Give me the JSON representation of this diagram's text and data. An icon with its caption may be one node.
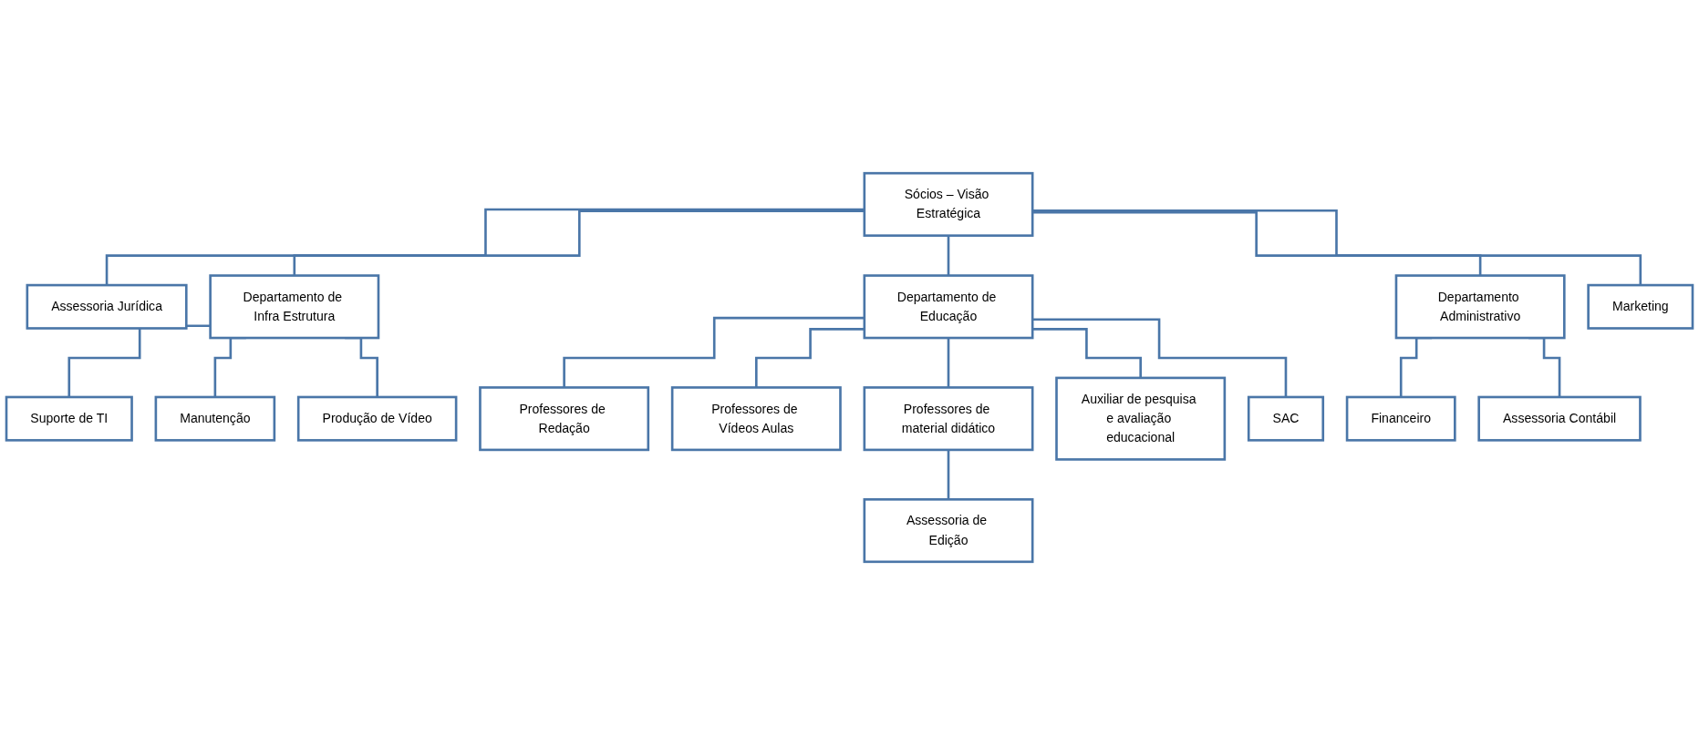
{
  "diagram": {
    "nodes": [
      {
        "text": [
          "Sócios – Visão Estratégica"
        ]
      },
      {
        "text": [
          "Assessoria Jurídica"
        ]
      },
      {
        "text": [
          "Departamento de Infra Estrutura"
        ]
      },
      {
        "text": [
          "Departamento de Educação"
        ]
      },
      {
        "text": [
          "Departamento Administrativo"
        ]
      },
      {
        "text": [
          "Marketing"
        ]
      },
      {
        "text": [
          "Suporte de TI"
        ]
      },
      {
        "text": [
          "Manutenção"
        ]
      },
      {
        "text": [
          "Produção de Vídeo"
        ]
      },
      {
        "text": [
          "Professores de Redação"
        ]
      },
      {
        "text": [
          "Professores de Vídeos Aulas"
        ]
      },
      {
        "text": [
          "Professores de material didático"
        ]
      },
      {
        "text": [
          "Auxiliar de pesquisa e avaliação educacional"
        ]
      },
      {
        "text": [
          "SAC"
        ]
      },
      {
        "text": [
          "Assessoria de Edição"
        ]
      },
      {
        "text": [
          "Financeiro"
        ]
      },
      {
        "text": [
          "Assessoria Contábil"
        ]
      }
    ],
    "edges": [
      {
        "from": 0,
        "to": 1,
        "arrow": "none"
      },
      {
        "from": 0,
        "to": 2,
        "arrow": "none"
      },
      {
        "from": 0,
        "to": 3,
        "arrow": "none"
      },
      {
        "from": 0,
        "to": 4,
        "arrow": "none"
      },
      {
        "from": 0,
        "to": 5,
        "arrow": "none"
      },
      {
        "from": 2,
        "to": 6,
        "arrow": "none"
      },
      {
        "from": 2,
        "to": 7,
        "arrow": "none"
      },
      {
        "from": 2,
        "to": 8,
        "arrow": "none"
      },
      {
        "from": 3,
        "to": 9,
        "arrow": "none"
      },
      {
        "from": 3,
        "to": 10,
        "arrow": "none"
      },
      {
        "from": 3,
        "to": 11,
        "arrow": "none"
      },
      {
        "from": 3,
        "to": 12,
        "arrow": "none"
      },
      {
        "from": 3,
        "to": 13,
        "arrow": "none"
      },
      {
        "from": 11,
        "to": 14,
        "arrow": "none"
      },
      {
        "from": 4,
        "to": 15,
        "arrow": "none"
      },
      {
        "from": 4,
        "to": 16,
        "arrow": "none"
      }
    ]
  }
}
